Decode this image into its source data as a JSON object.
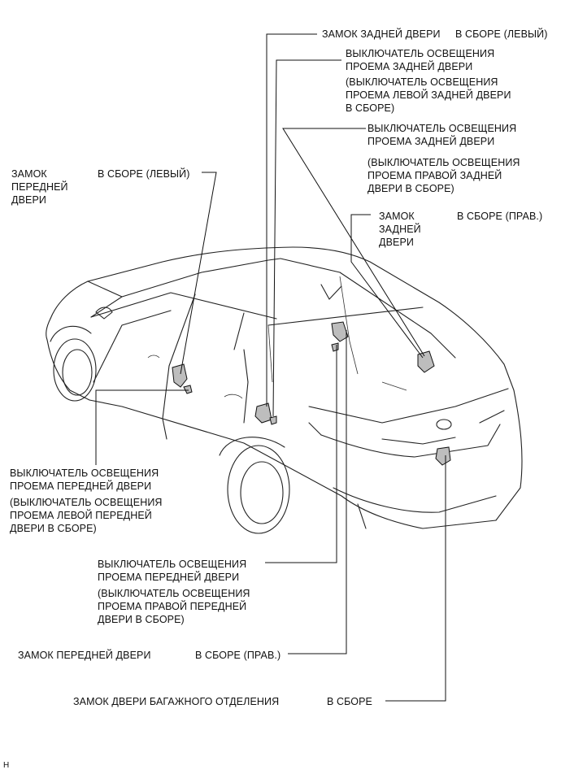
{
  "labels": {
    "rear_lock_l_name": "ЗАМОК ЗАДНЕЙ ДВЕРИ",
    "rear_lock_l_asm": "В СБОРЕ (ЛЕВЫЙ)",
    "rear_sw_l": "ВЫКЛЮЧАТЕЛЬ ОСВЕЩЕНИЯ\nПРОЕМА ЗАДНЕЙ ДВЕРИ",
    "rear_sw_l_sub": "(ВЫКЛЮЧАТЕЛЬ ОСВЕЩЕНИЯ\nПРОЕМА ЛЕВОЙ ЗАДНЕЙ ДВЕРИ\nВ СБОРЕ)",
    "rear_sw_r": "ВЫКЛЮЧАТЕЛЬ ОСВЕЩЕНИЯ\nПРОЕМА ЗАДНЕЙ ДВЕРИ",
    "rear_sw_r_sub": "(ВЫКЛЮЧАТЕЛЬ ОСВЕЩЕНИЯ\nПРОЕМА ПРАВОЙ ЗАДНЕЙ\nДВЕРИ В СБОРЕ)",
    "front_lock_l_name": "ЗАМОК\nПЕРЕДНЕЙ\nДВЕРИ",
    "front_lock_l_asm": "В СБОРЕ (ЛЕВЫЙ)",
    "rear_lock_r_name": "ЗАМОК\nЗАДНЕЙ\nДВЕРИ",
    "rear_lock_r_asm": "В СБОРЕ (ПРАВ.)",
    "front_sw_l": "ВЫКЛЮЧАТЕЛЬ ОСВЕЩЕНИЯ\nПРОЕМА ПЕРЕДНЕЙ ДВЕРИ",
    "front_sw_l_sub": "(ВЫКЛЮЧАТЕЛЬ ОСВЕЩЕНИЯ\nПРОЕМА ЛЕВОЙ ПЕРЕДНЕЙ\nДВЕРИ В СБОРЕ)",
    "front_sw_r": "ВЫКЛЮЧАТЕЛЬ ОСВЕЩЕНИЯ\nПРОЕМА ПЕРЕДНЕЙ ДВЕРИ",
    "front_sw_r_sub": "(ВЫКЛЮЧАТЕЛЬ ОСВЕЩЕНИЯ\nПРОЕМА ПРАВОЙ ПЕРЕДНЕЙ\nДВЕРИ В СБОРЕ)",
    "front_lock_r_name": "ЗАМОК ПЕРЕДНЕЙ ДВЕРИ",
    "front_lock_r_asm": "В СБОРЕ (ПРАВ.)",
    "trunk_lock_name": "ЗАМОК ДВЕРИ БАГАЖНОГО ОТДЕЛЕНИЯ",
    "trunk_lock_asm": "В СБОРЕ",
    "footer_code": "H"
  }
}
